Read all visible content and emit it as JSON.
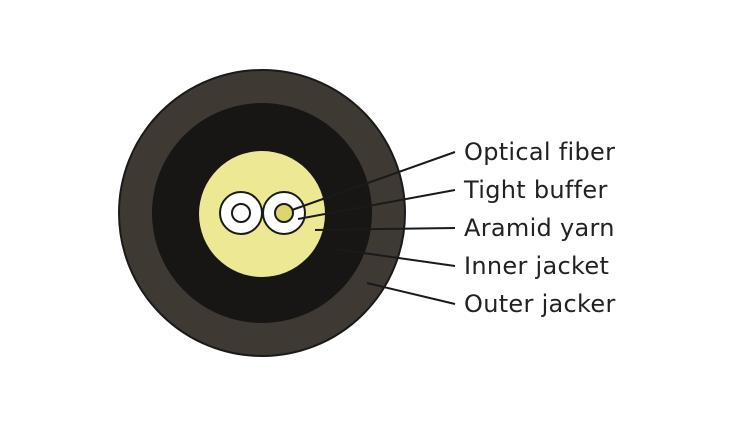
{
  "labels": [
    "Optical fiber",
    "Tight buffer",
    "Aramid yarn",
    "Inner jacket",
    "Outer jacker"
  ],
  "colors": {
    "outer_jacket": "#3f3933",
    "inner_jacket": "#181614",
    "aramid_yarn": "#ede894",
    "tight_buffer": "#ffffff",
    "optical_fiber_core": "#ddd56e",
    "stroke": "#1a1a1a"
  }
}
